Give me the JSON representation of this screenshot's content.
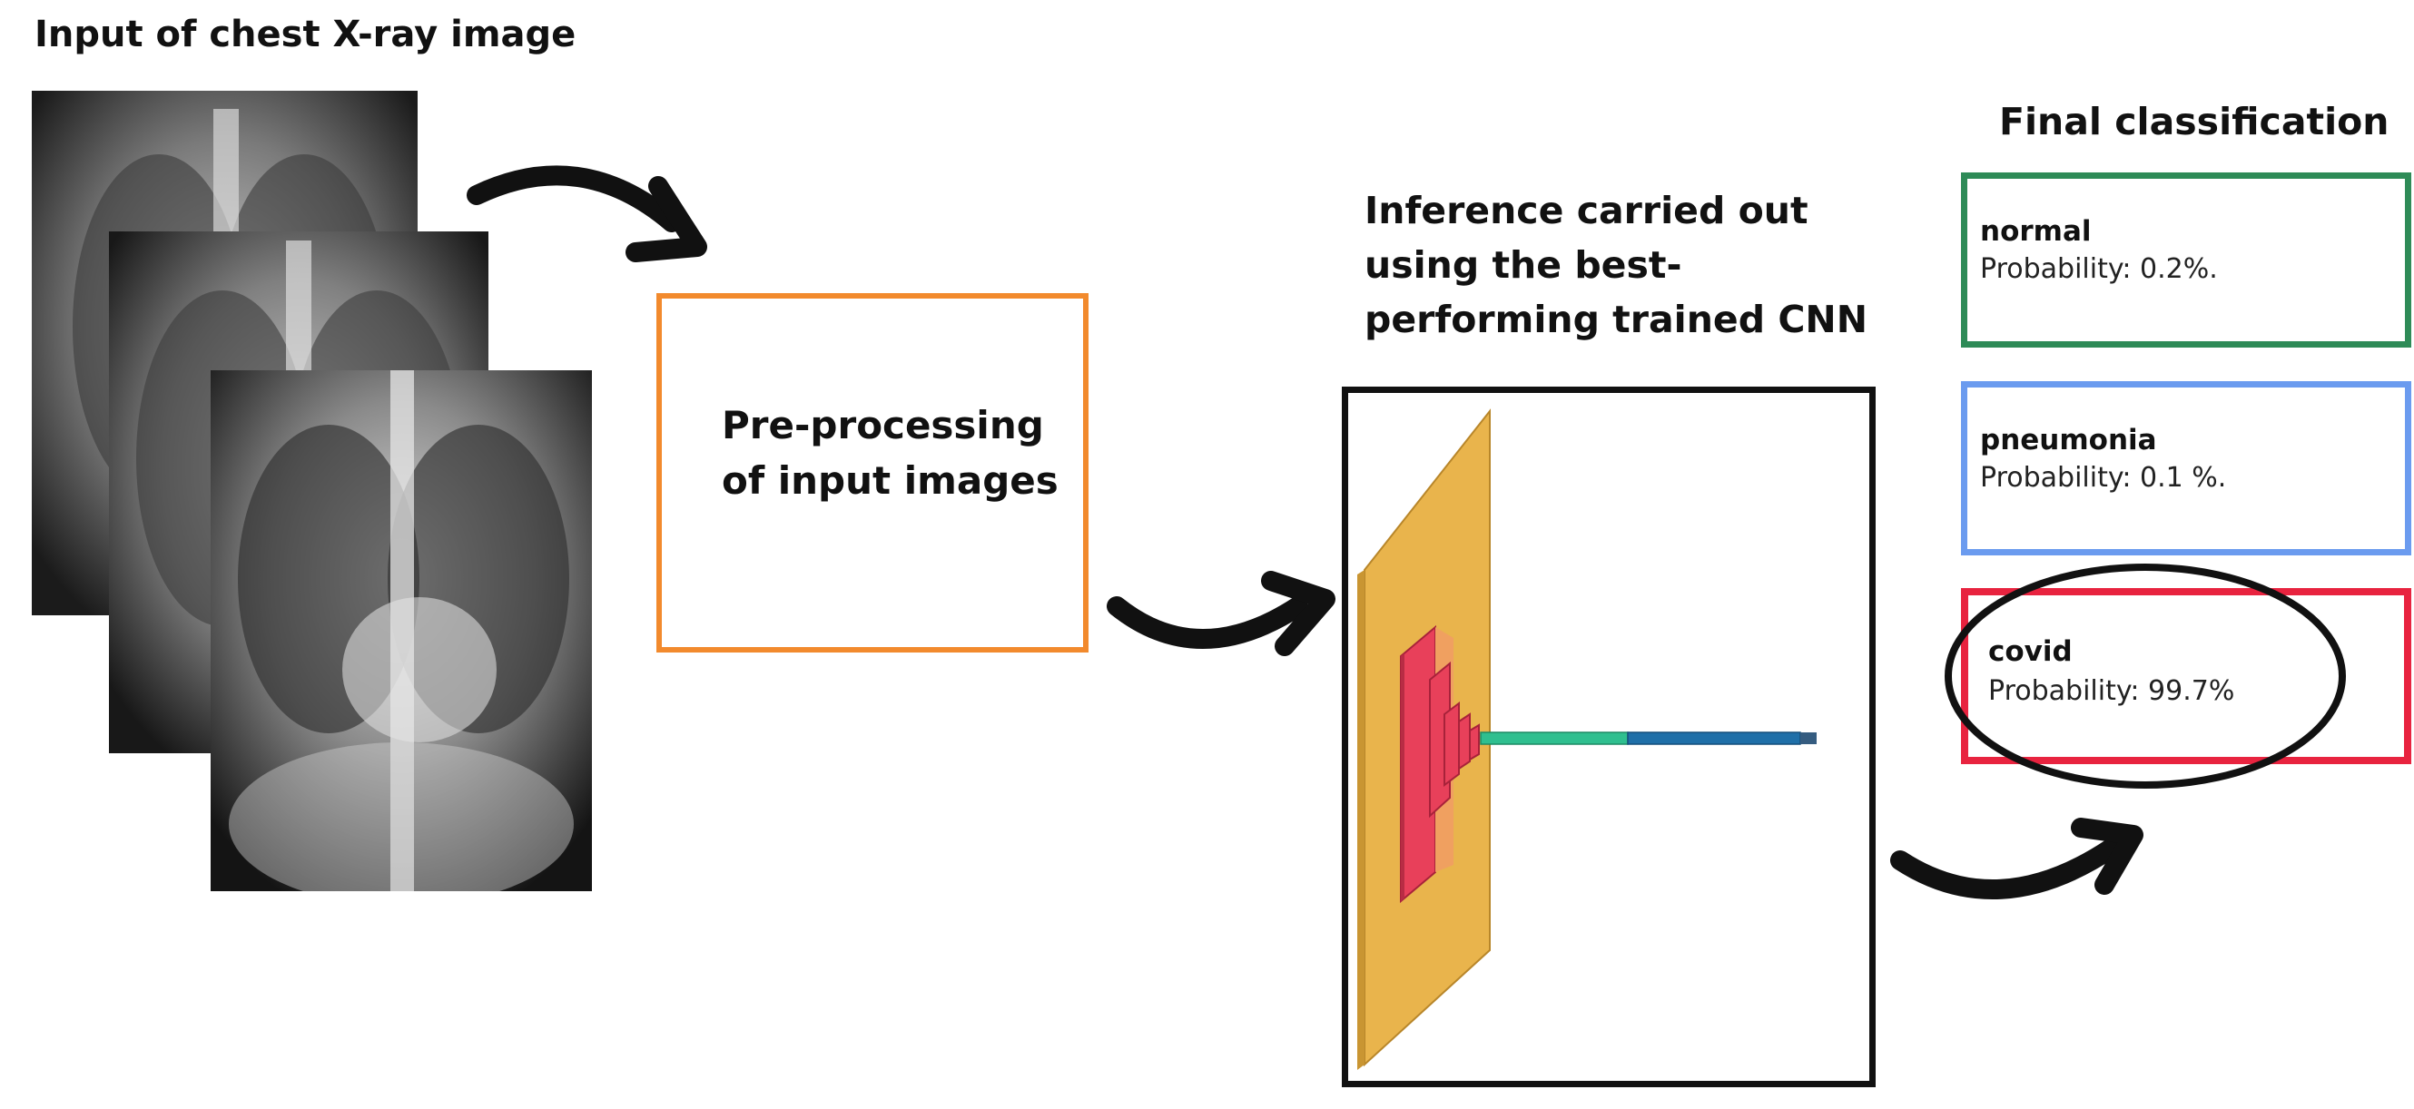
{
  "input": {
    "title": "Input of chest X-ray image"
  },
  "preprocessing": {
    "line1": "Pre-processing",
    "line2": "of input images"
  },
  "cnn": {
    "line1": "Inference carried out",
    "line2": "using the best-",
    "line3": "performing trained CNN"
  },
  "final": {
    "title": "Final classification",
    "classes": [
      {
        "name": "normal",
        "probability": "Probability: 0.2%."
      },
      {
        "name": "pneumonia",
        "probability": "Probability: 0.1 %."
      },
      {
        "name": "covid",
        "probability": "Probability: 99.7%"
      }
    ]
  },
  "colors": {
    "preprocessing_border": "#f28a2d",
    "normal_border": "#2e8b57",
    "pneumonia_border": "#6b9bef",
    "covid_border": "#e8233f",
    "cnn_plate": "#e9b44c",
    "cnn_layers": "#e8405a",
    "dense_green": "#2fbf8f",
    "dense_blue": "#1f6fa8"
  },
  "icons": {
    "xray": "chest-xray-image",
    "arrow": "curved-arrow-icon",
    "cnn": "cnn-architecture-diagram",
    "highlight": "circle-highlight"
  }
}
